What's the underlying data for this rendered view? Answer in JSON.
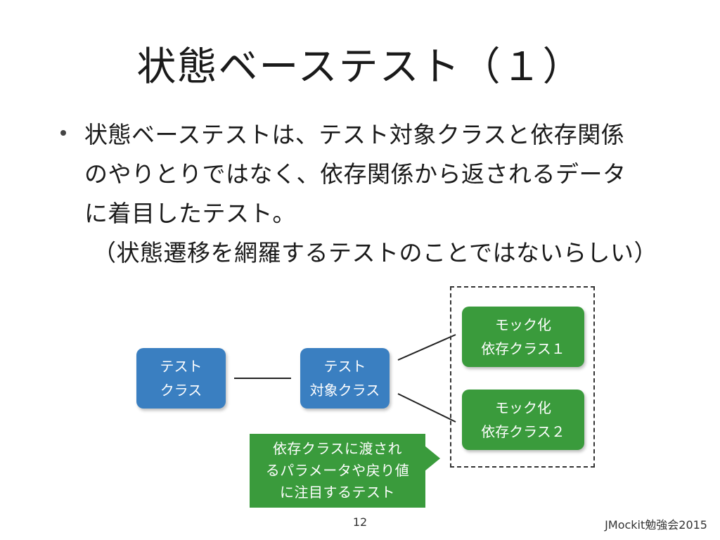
{
  "slide": {
    "title": "状態ベーステスト（１）",
    "body_lines": [
      "状態ベーステストは、テスト対象クラスと依存関係",
      "のやりとりではなく、依存関係から返されるデータ",
      "に着目したテスト。",
      "（状態遷移を網羅するテストのことではないらしい）"
    ],
    "diagram": {
      "test_class": [
        "テスト",
        "クラス"
      ],
      "target_class": [
        "テスト",
        "対象クラス"
      ],
      "mock1": [
        "モック化",
        "依存クラス１"
      ],
      "mock2": [
        "モック化",
        "依存クラス２"
      ],
      "callout": [
        "依存クラスに渡され",
        "るパラメータや戻り値",
        "に注目するテスト"
      ]
    },
    "page_number": "12",
    "footer": "JMockit勉強会2015",
    "colors": {
      "box_blue": "#3a7fc1",
      "box_green": "#3a9b3c"
    }
  }
}
